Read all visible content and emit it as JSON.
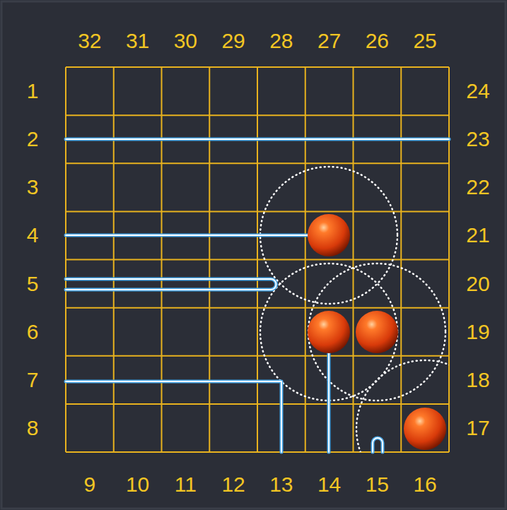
{
  "diagram": {
    "labels": [
      "32",
      "31",
      "30",
      "29",
      "28",
      "27",
      "26",
      "25",
      "1",
      "2",
      "3",
      "4",
      "5",
      "6",
      "7",
      "8",
      "24",
      "23",
      "22",
      "21",
      "20",
      "19",
      "18",
      "17",
      "9",
      "10",
      "11",
      "12",
      "13",
      "14",
      "15",
      "16"
    ]
  }
}
